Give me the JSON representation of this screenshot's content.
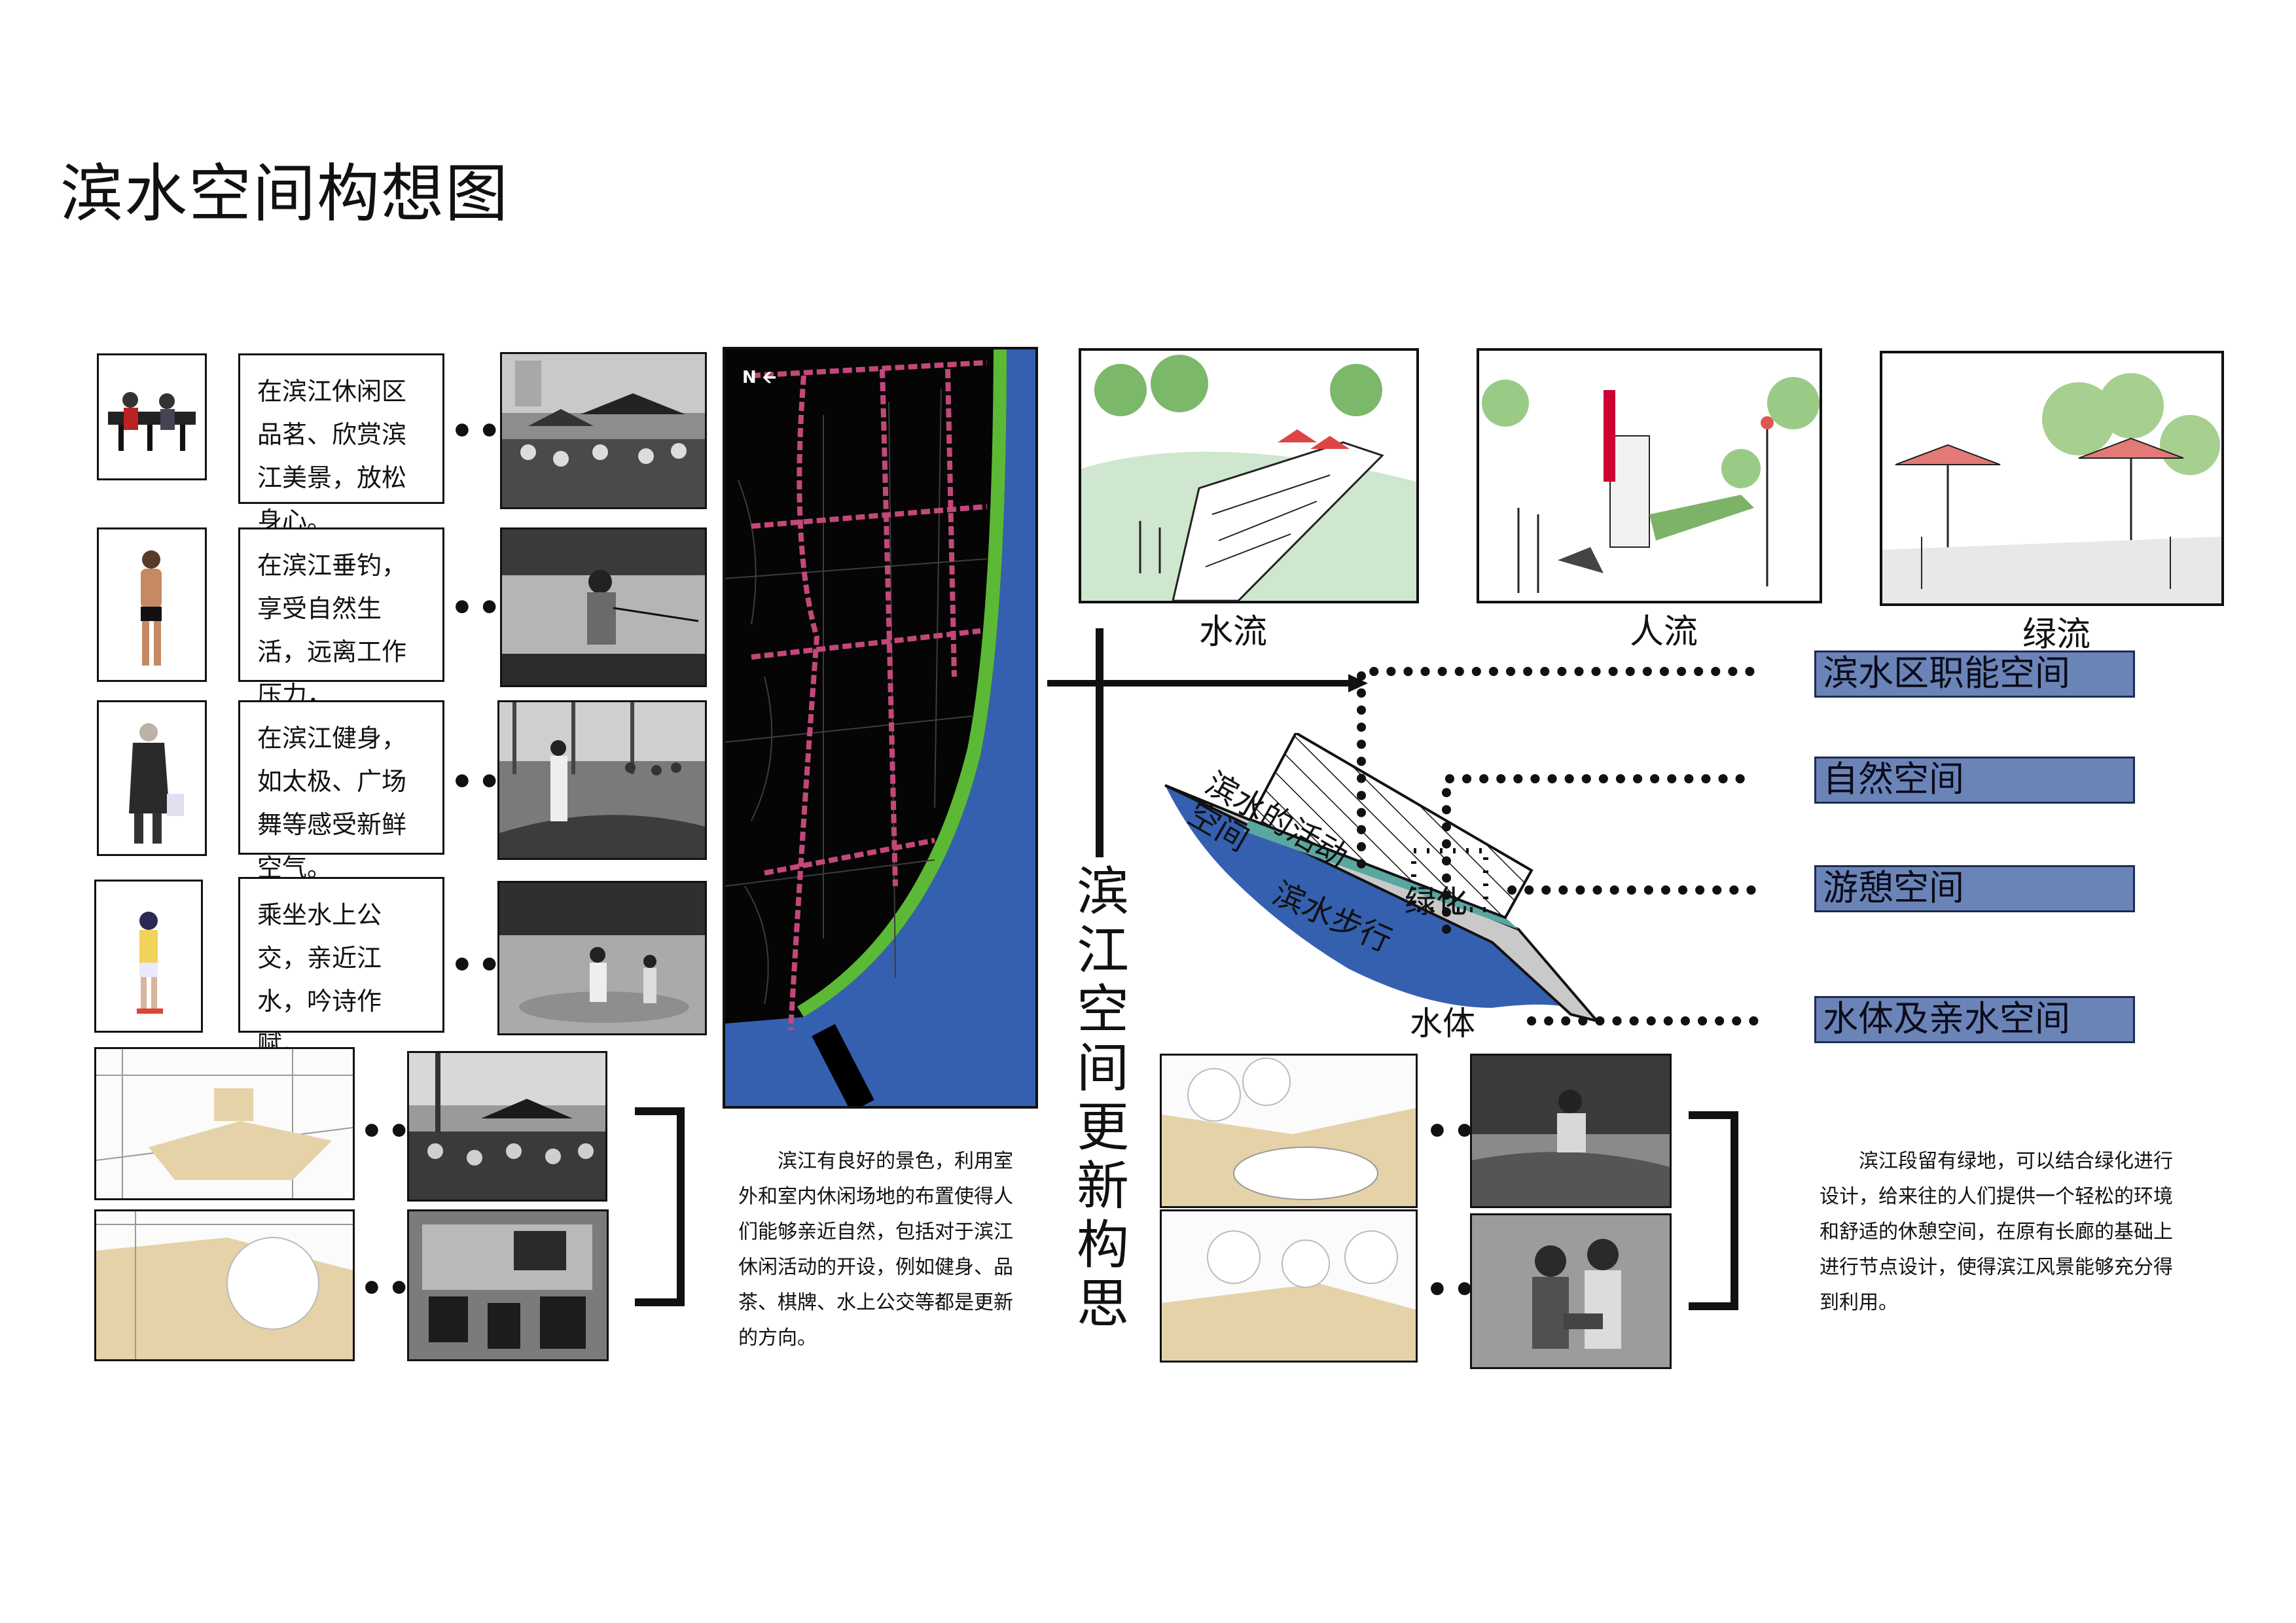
{
  "title": "滨水空间构想图",
  "activities": [
    {
      "text": "在滨江休闲区品茗、欣赏滨江美景，放松身心。",
      "icon": "people-seated-icon"
    },
    {
      "text": "在滨江垂钓，享受自然生活，远离工作压力，",
      "icon": "standing-man-icon"
    },
    {
      "text": "在滨江健身，如太极、广场舞等感受新鲜空气。",
      "icon": "elderly-man-icon"
    },
    {
      "text": "乘坐水上公交，亲近江水，吟诗作赋。",
      "icon": "child-icon"
    }
  ],
  "connector_dots": "••••",
  "map": {
    "north_label": "N"
  },
  "vertical_caption": "滨江空间更新构思",
  "paragraph_left": "滨江有良好的景色，利用室外和室内休闲场地的布置使得人们能够亲近自然，包括对于滨江休闲活动的开设，例如健身、品茶、棋牌、水上公交等都是更新的方向。",
  "flows": [
    "水流",
    "人流",
    "绿流"
  ],
  "section_labels": {
    "activity": "滨水的活动空间",
    "green": "绿化",
    "walk": "滨水步行",
    "water": "水体"
  },
  "spaces": [
    "滨水区职能空间",
    "自然空间",
    "游憩空间",
    "水体及亲水空间"
  ],
  "paragraph_right": "滨江段留有绿地，可以结合绿化进行设计，给来往的人们提供一个轻松的环境和舒适的休憩空间，在原有长廊的基础上进行节点设计，使得滨江风景能够充分得到利用。",
  "colors": {
    "river": "#3560b0",
    "green_belt": "#5cb935",
    "roads": "#c2487a",
    "space_box": "#6b84b8",
    "sand": "#e6d2a8",
    "teal_walk": "#5aa7a0"
  }
}
